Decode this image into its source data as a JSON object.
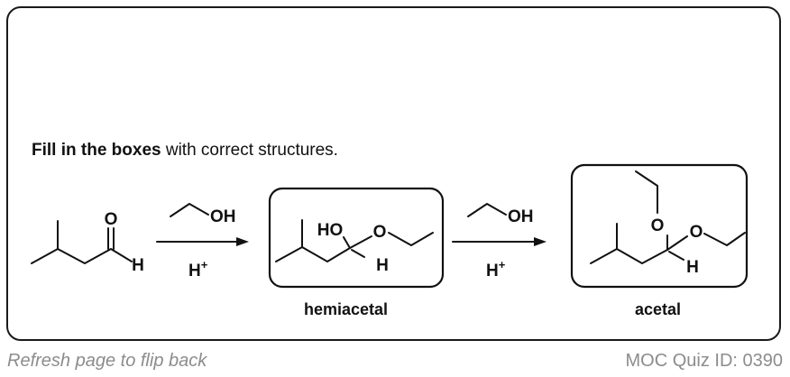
{
  "instruction": {
    "bold": "Fill in the boxes",
    "rest": " with correct structures."
  },
  "reactant": {
    "o_label": "O",
    "h_label": "H"
  },
  "step1": {
    "reagent_label": "OH",
    "catalyst_label": "H",
    "catalyst_sup": "+"
  },
  "hemiacetal": {
    "ho_label": "HO",
    "o_label": "O",
    "h_label": "H",
    "caption": "hemiacetal"
  },
  "step2": {
    "reagent_label": "OH",
    "catalyst_label": "H",
    "catalyst_sup": "+"
  },
  "acetal": {
    "o_top_label": "O",
    "o_right_label": "O",
    "h_label": "H",
    "caption": "acetal"
  },
  "footer": {
    "left": "Refresh page to flip back",
    "right": "MOC Quiz ID: 0390"
  }
}
